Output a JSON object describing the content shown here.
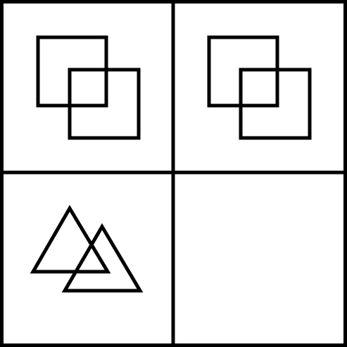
{
  "grid": {
    "rows": 2,
    "cols": 2,
    "line_color": "#000000",
    "background_color": "#ffffff"
  },
  "cells": [
    {
      "position": "top-left",
      "figure": "two-overlapping-squares",
      "shapes": [
        "square",
        "square"
      ],
      "stroke_color": "#000000"
    },
    {
      "position": "top-right",
      "figure": "two-overlapping-squares",
      "shapes": [
        "square",
        "square"
      ],
      "stroke_color": "#000000"
    },
    {
      "position": "bottom-left",
      "figure": "two-overlapping-triangles",
      "shapes": [
        "triangle",
        "triangle"
      ],
      "stroke_color": "#000000"
    },
    {
      "position": "bottom-right",
      "figure": "empty",
      "shapes": [],
      "stroke_color": "#000000"
    }
  ]
}
